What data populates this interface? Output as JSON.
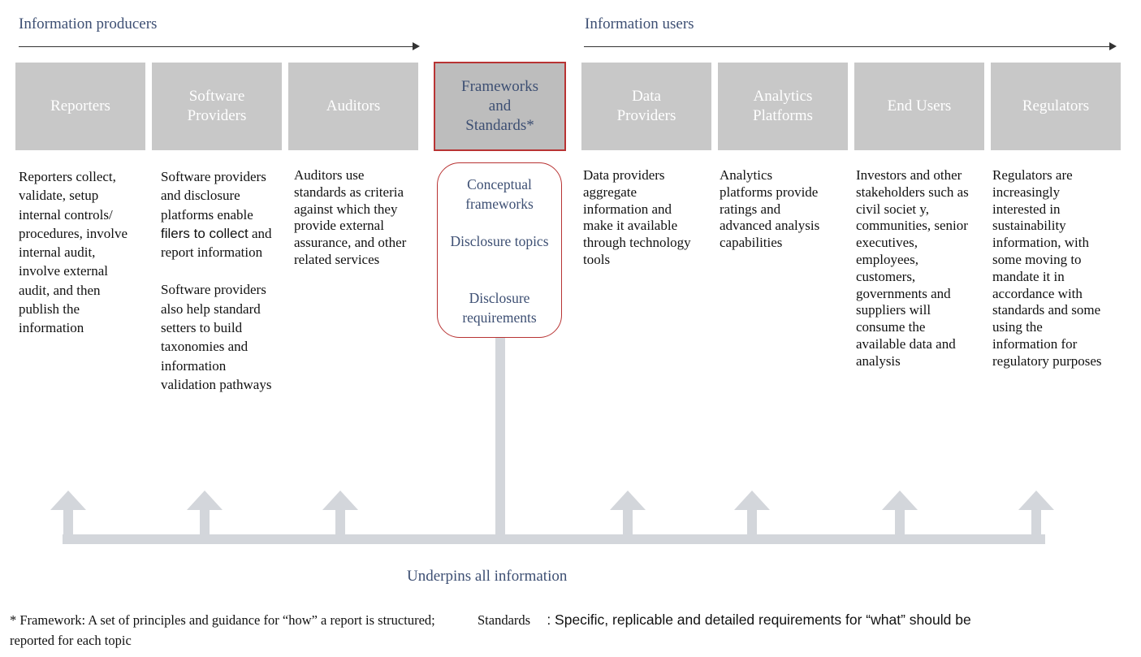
{
  "header": {
    "producers_label": "Information producers",
    "users_label": "Information users"
  },
  "boxes": [
    {
      "label": "Reporters"
    },
    {
      "label": "Software Providers"
    },
    {
      "label": "Auditors"
    },
    {
      "label": "Frameworks and Standards*"
    },
    {
      "label": "Data Providers"
    },
    {
      "label": "Analytics Platforms"
    },
    {
      "label": "End Users"
    },
    {
      "label": "Regulators"
    }
  ],
  "descriptions": {
    "reporters": "Reporters collect, validate, setup internal controls/ procedures, involve internal audit, involve external audit, and then publish the information",
    "software_1a": "Software providers and disclosure platforms enable",
    "software_1b": "filers to collect",
    "software_1c": "and report information",
    "software_2": "Software providers also help standard setters to build taxonomies and information validation pathways",
    "auditors": "Auditors use standards as criteria against which they provide external assurance, and other related services",
    "data_providers": "Data providers aggregate information and make it available through technology tools",
    "analytics": "Analytics platforms provide ratings and advanced analysis capabilities",
    "end_users": "Investors and other stakeholders such as civil societ y, communities, senior executives, employees, customers, governments and suppliers will consume the available data and analysis",
    "regulators": "Regulators are increasingly interested in sustainability information, with some moving to mandate it in accordance with standards and some using the information for regulatory purposes"
  },
  "frameworks_list": [
    "Conceptual frameworks",
    "Disclosure topics",
    "Disclosure requirements"
  ],
  "underpin_label": "Underpins all information",
  "footnote": {
    "framework_part": "* Framework:   A set of principles and guidance for “how” a report is structured;",
    "standards_label": "Standards",
    "standards_part": ": Specific, replicable and detailed requirements for “what” should be",
    "line2": "reported for each topic"
  },
  "colors": {
    "box_fill": "#c8c8c8",
    "highlight_border": "#b83333",
    "header_text": "#3d4f73",
    "connector": "#d3d6db"
  }
}
